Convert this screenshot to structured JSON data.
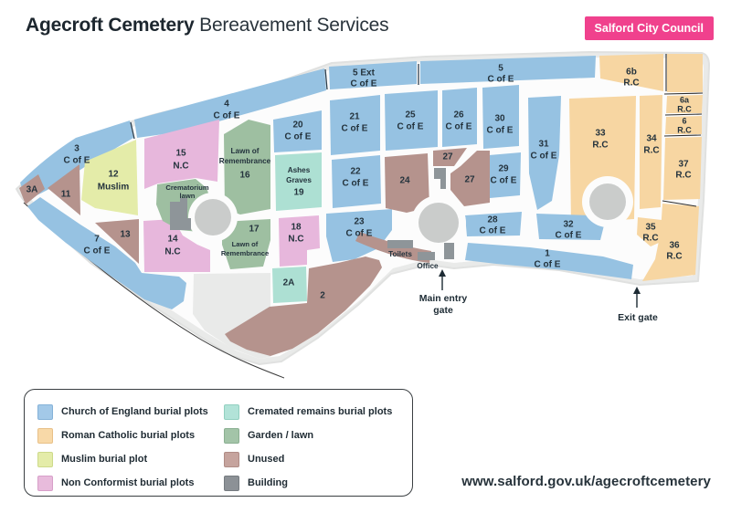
{
  "header": {
    "title_bold": "Agecroft Cemetery",
    "title_rest": "Bereavement Services",
    "badge": "Salford City Council"
  },
  "footer": {
    "website": "www.salford.gov.uk/agecroftcemetery"
  },
  "legend": {
    "items": [
      {
        "label": "Church of England burial plots",
        "key": "coe",
        "color": "#a3c9e8"
      },
      {
        "label": "Roman Catholic burial plots",
        "key": "rc",
        "color": "#f8d9a8"
      },
      {
        "label": "Muslim burial plot",
        "key": "muslim",
        "color": "#e4eca9"
      },
      {
        "label": "Non Conformist burial plots",
        "key": "nc",
        "color": "#e8bbdc"
      },
      {
        "label": "Cremated remains burial plots",
        "key": "cremated",
        "color": "#b2e3d8"
      },
      {
        "label": "Garden / lawn",
        "key": "garden",
        "color": "#a3c4a8"
      },
      {
        "label": "Unused",
        "key": "unused",
        "color": "#c6a49e"
      },
      {
        "label": "Building",
        "key": "building",
        "color": "#8c9196"
      }
    ]
  },
  "map": {
    "colors": {
      "coe": "#96c2e2",
      "rc": "#f7d6a2",
      "muslim": "#e4eca9",
      "nc": "#e7b7dc",
      "cremated": "#ade0d3",
      "garden": "#9ebfa1",
      "unused": "#b5938d",
      "building": "#8e9599",
      "roundabout": "#cacccb",
      "background": "#e9eae9",
      "road": "#fcfcfc",
      "badge": "#f0418d"
    },
    "labels": {
      "n3": "3",
      "d3": "C of E",
      "n4": "4",
      "d4": "C of E",
      "n5ext": "5 Ext",
      "d5ext": "C of E",
      "n5": "5",
      "d5": "C of E",
      "n6b": "6b",
      "d6b": "R.C",
      "n6a": "6a",
      "d6a": "R.C",
      "n6": "6",
      "d6": "R.C",
      "n37": "37",
      "d37": "R.C",
      "n33": "33",
      "d33": "R.C",
      "n34": "34",
      "d34": "R.C",
      "n35": "35",
      "d35": "R.C",
      "n36": "36",
      "d36": "R.C",
      "n31": "31",
      "d31": "C of E",
      "n30": "30",
      "d30": "C of E",
      "n26": "26",
      "d26": "C of E",
      "n25": "25",
      "d25": "C of E",
      "n21": "21",
      "d21": "C of E",
      "n20": "20",
      "d20": "C of E",
      "n22": "22",
      "d22": "C of E",
      "n29": "29",
      "d29": "C of E",
      "n27t": "27",
      "n27": "27",
      "n24": "24",
      "n28": "28",
      "d28": "C of E",
      "n32": "32",
      "d32": "C of E",
      "n1": "1",
      "d1": "C of E",
      "n23": "23",
      "d23": "C of E",
      "n18": "18",
      "d18": "N.C",
      "n17": "17",
      "lr17a": "Lawn of",
      "lr17b": "Remembrance",
      "n14": "14",
      "d14": "N.C",
      "n13": "13",
      "n7": "7",
      "d7": "C of E",
      "n11": "11",
      "n3a": "3A",
      "n12": "12",
      "d12": "Muslim",
      "n15": "15",
      "d15": "N.C",
      "crem1": "Crematorium",
      "crem2": "lawn",
      "lr16a": "Lawn of",
      "lr16b": "Remembrance",
      "n16": "16",
      "ash1": "Ashes",
      "ash2": "Graves",
      "n19": "19",
      "n2a": "2A",
      "n2": "2"
    },
    "landmarks": {
      "toilets": "Toilets",
      "office": "Office",
      "entry1": "Main entry",
      "entry2": "gate",
      "exit": "Exit gate"
    }
  }
}
